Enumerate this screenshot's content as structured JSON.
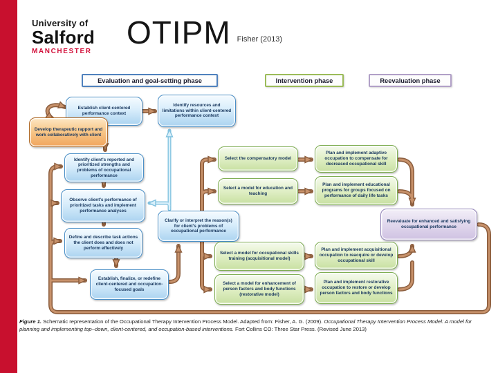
{
  "header": {
    "logo": {
      "line1": "University of",
      "line2": "Salford",
      "line3": "MANCHESTER"
    },
    "title": "OTIPM",
    "subtitle": "Fisher (2013)"
  },
  "phases": {
    "evaluation": "Evaluation and goal-setting phase",
    "intervention": "Intervention phase",
    "reevaluation": "Reevaluation phase"
  },
  "diagram": {
    "boxes": {
      "develop_rapport": "Develop therapeutic rapport and work collaboratively with client",
      "establish_context": "Establish client-centered performance context",
      "identify_resources": "Identify resources and limitations within client-centered performance context",
      "identify_strengths": "Identify client's reported and prioritized strengths and problems of occupational performance",
      "observe_performance": "Observe client's performance of prioritized tasks and implement performance analyses",
      "define_actions": "Define and describe task actions the client does and does not perform effectively",
      "establish_goals": "Establish, finalize, or redefine client-centered and occupation-focused goals",
      "clarify_interpret": "Clarify or interpret the reason(s) for client's problems of occupational performance",
      "select_compensatory": "Select the compensatory model",
      "select_education": "Select a model for education and teaching",
      "select_acquisitional": "Select a model for occupational skills training (acquisitional model)",
      "select_restorative": "Select a model for enhancement of person factors and body functions (restorative model)",
      "plan_adaptive": "Plan and implement adaptive occupation to compensate for decreased occupational skill",
      "plan_educational": "Plan and implement educational programs for groups focused on performance of daily life tasks",
      "plan_acquisitional": "Plan and implement acquisitional occupation to reacquire or develop occupational skill",
      "plan_restorative": "Plan and implement restorative occupation to restore or develop person factors and body functions",
      "reevaluate": "Reevaluate for enhanced and satisfying occupational performance"
    }
  },
  "caption": {
    "figure_label": "Figure 1.",
    "text_1": " Schematic representation of the Occupational Therapy Intervention Process Model.  Adapted from:  Fisher, A. G. (2009). ",
    "text_italic": " Occupational Therapy Intervention Process Model:  A model for planning and implementing top–down, client-centered, and occupation-based interventions. ",
    "text_2": " Fort Collins CO:  Three Star Press.  (Revised June 2013)"
  },
  "colors": {
    "brand_red": "#c8102e",
    "phase_evaluation_border": "#4f81bd",
    "phase_intervention_border": "#9bbb59",
    "phase_reevaluation_border": "#b1a0c7",
    "box_blue_border": "#4a8fc7",
    "box_green_border": "#7fae53",
    "box_orange_border": "#b06a28",
    "box_purple_border": "#9283b8",
    "arrow_brown": "#8a5c3c",
    "arrow_blue": "#7fc0de"
  }
}
